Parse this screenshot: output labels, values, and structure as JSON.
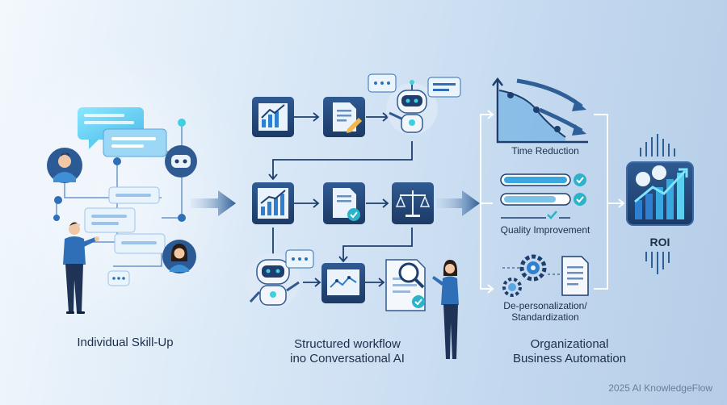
{
  "stages": {
    "individual": "Individual Skill-Up",
    "structured_line1": "Structured workflow",
    "structured_line2": "ino Conversational AI",
    "org_line1": "Organizational",
    "org_line2": "Business Automation"
  },
  "outcomes": {
    "time": "Time Reduction",
    "quality": "Quality Improvement",
    "depersonal_line1": "De-personalization/",
    "depersonal_line2": "Standardization",
    "roi": "ROI"
  },
  "watermark": "2025 AI KnowledgeFlow",
  "colors": {
    "navy": "#1e3f6e",
    "tile": "#264b7d",
    "accent": "#2f7fd0",
    "teal": "#3fd0e0",
    "check": "#2bb3c9"
  }
}
